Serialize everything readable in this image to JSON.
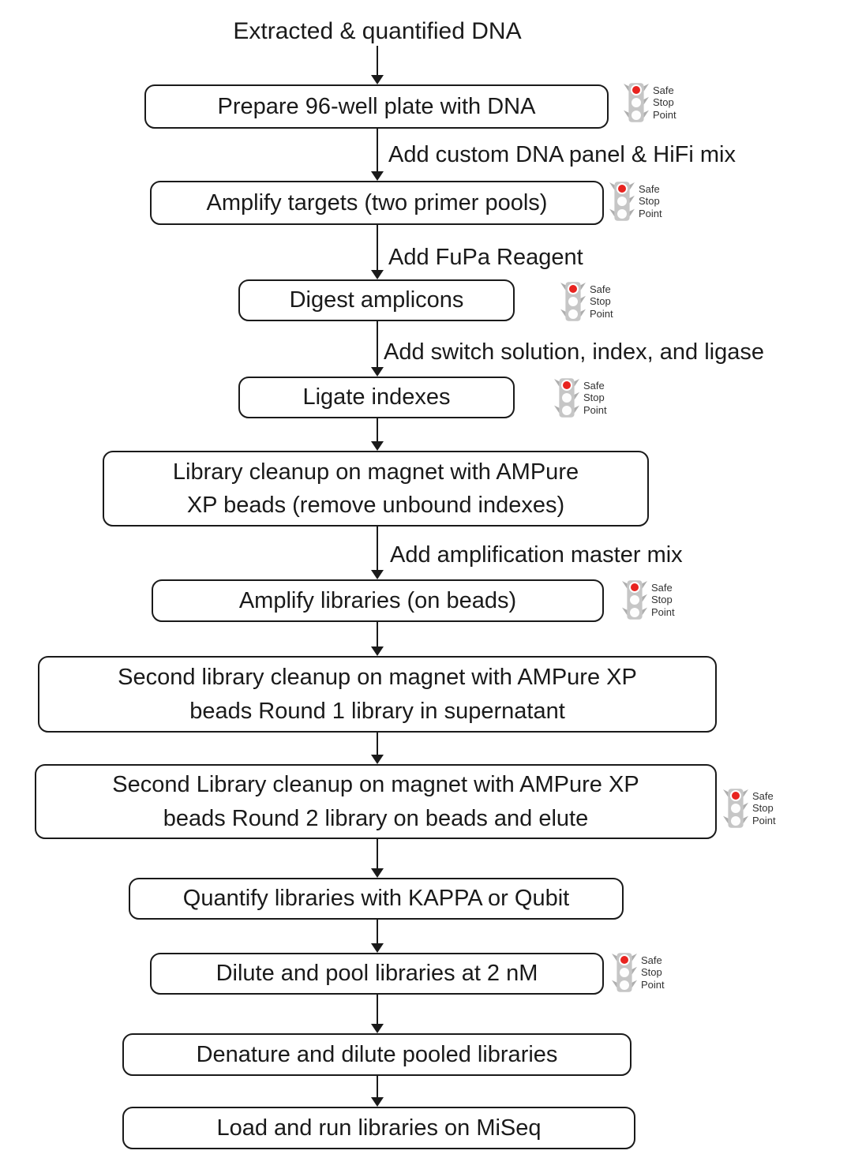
{
  "title": "Extracted & quantified DNA",
  "safe_stop": {
    "line1": "Safe",
    "line2": "Stop",
    "line3": "Point"
  },
  "nodes": [
    {
      "label": "Prepare 96-well plate with DNA"
    },
    {
      "label": "Amplify targets (two primer pools)"
    },
    {
      "label": "Digest amplicons"
    },
    {
      "label": "Ligate indexes"
    },
    {
      "label": "Library cleanup on magnet with AMPure\nXP beads (remove unbound indexes)"
    },
    {
      "label": "Amplify libraries (on beads)"
    },
    {
      "label": "Second library cleanup on magnet with AMPure XP\nbeads Round 1 library in supernatant"
    },
    {
      "label": "Second Library cleanup on magnet with AMPure XP\nbeads Round 2 library on beads and elute"
    },
    {
      "label": "Quantify libraries with KAPPA or Qubit"
    },
    {
      "label": "Dilute and pool libraries at 2 nM"
    },
    {
      "label": "Denature and dilute pooled libraries"
    },
    {
      "label": "Load and run libraries on MiSeq"
    }
  ],
  "edge_labels": [
    {
      "text": "Add custom DNA panel & HiFi mix"
    },
    {
      "text": "Add FuPa Reagent"
    },
    {
      "text": "Add switch solution, index, and ligase"
    },
    {
      "text": "Add amplification master mix"
    }
  ],
  "colors": {
    "box_border": "#1a1a1a",
    "text": "#1a1a1a",
    "stoplight_red": "#e8231f",
    "stoplight_body": "#c6c6c6"
  }
}
